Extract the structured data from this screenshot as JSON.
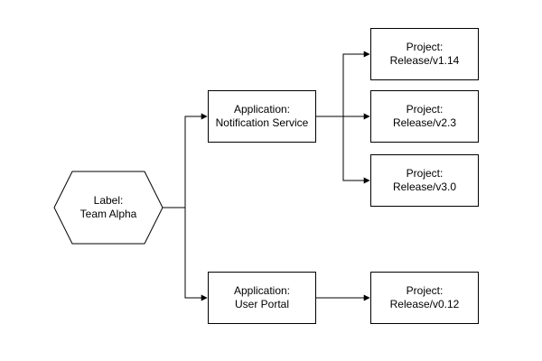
{
  "diagram": {
    "type": "flowchart",
    "colors": {
      "stroke_color": "#000000",
      "fill_color": "#ffffff",
      "text_color": "#000000",
      "bg_color": "#ffffff"
    },
    "root": {
      "shape": "hexagon",
      "line1": "Label:",
      "line2": "Team Alpha"
    },
    "applications": [
      {
        "shape": "rectangle",
        "line1": "Application:",
        "line2": "Notification Service"
      },
      {
        "shape": "rectangle",
        "line1": "Application:",
        "line2": "User Portal"
      }
    ],
    "projects": [
      {
        "shape": "rectangle",
        "line1": "Project:",
        "line2": "Release/v1.14"
      },
      {
        "shape": "rectangle",
        "line1": "Project:",
        "line2": "Release/v2.3"
      },
      {
        "shape": "rectangle",
        "line1": "Project:",
        "line2": "Release/v3.0"
      },
      {
        "shape": "rectangle",
        "line1": "Project:",
        "line2": "Release/v0.12"
      }
    ],
    "edges": [
      {
        "from": "team-alpha",
        "to": "notification-service"
      },
      {
        "from": "team-alpha",
        "to": "user-portal"
      },
      {
        "from": "notification-service",
        "to": "release-v1.14"
      },
      {
        "from": "notification-service",
        "to": "release-v2.3"
      },
      {
        "from": "notification-service",
        "to": "release-v3.0"
      },
      {
        "from": "user-portal",
        "to": "release-v0.12"
      }
    ]
  }
}
